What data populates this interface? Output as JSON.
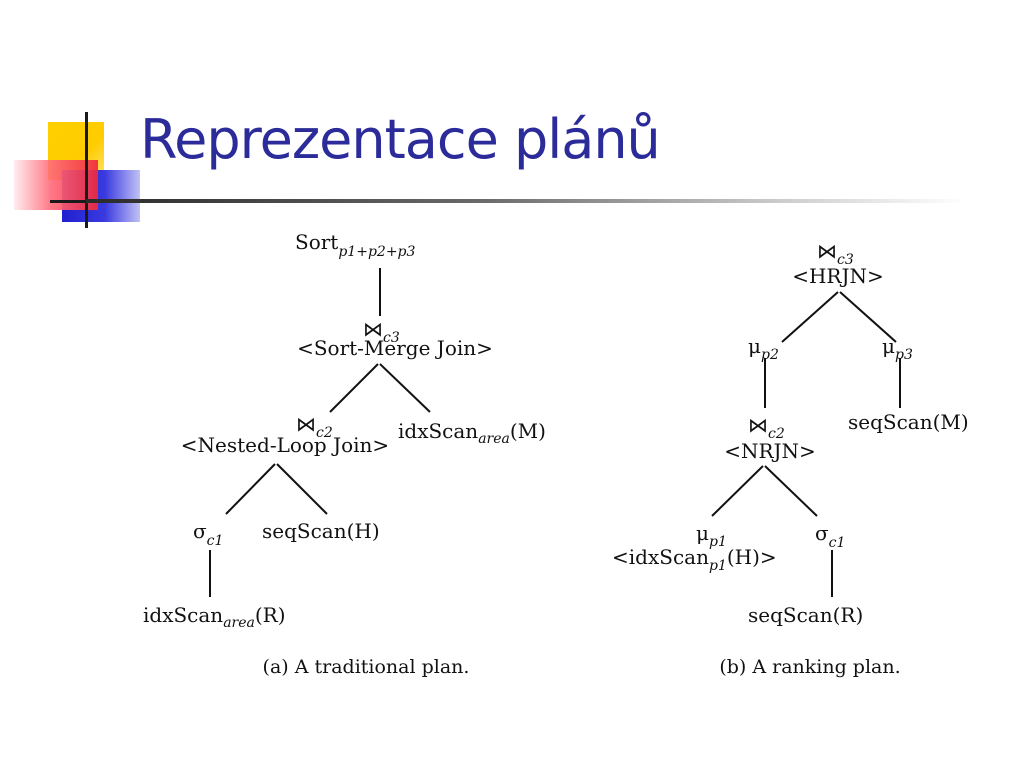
{
  "slide": {
    "title": "Reprezentace plánů"
  },
  "plan_a": {
    "caption": "(a) A traditional plan.",
    "sort": {
      "base": "Sort",
      "sub": "p1+p2+p3"
    },
    "join_top": {
      "symbol": "⋈",
      "sub": "c3",
      "label": "<Sort-Merge Join>"
    },
    "join_inner": {
      "symbol": "⋈",
      "sub": "c2",
      "label": "<Nested-Loop Join>"
    },
    "idx_m": {
      "base": "idxScan",
      "sub": "area",
      "arg": "(M)"
    },
    "sigma": {
      "symbol": "σ",
      "sub": "c1"
    },
    "seq_h": {
      "label": "seqScan(H)"
    },
    "idx_r": {
      "base": "idxScan",
      "sub": "area",
      "arg": "(R)"
    }
  },
  "plan_b": {
    "caption": "(b) A ranking plan.",
    "join_top": {
      "symbol": "⋈",
      "sub": "c3",
      "label": "<HRJN>"
    },
    "mu_p2": {
      "symbol": "μ",
      "sub": "p2"
    },
    "mu_p3": {
      "symbol": "μ",
      "sub": "p3"
    },
    "join_inner": {
      "symbol": "⋈",
      "sub": "c2",
      "label": "<NRJN>"
    },
    "seq_m": {
      "label": "seqScan(M)"
    },
    "mu_p1": {
      "symbol": "μ",
      "sub": "p1",
      "label_pre": "<idxScan",
      "label_sub": "p1",
      "label_post": "(H)>"
    },
    "sigma": {
      "symbol": "σ",
      "sub": "c1"
    },
    "seq_r": {
      "label": "seqScan(R)"
    }
  }
}
